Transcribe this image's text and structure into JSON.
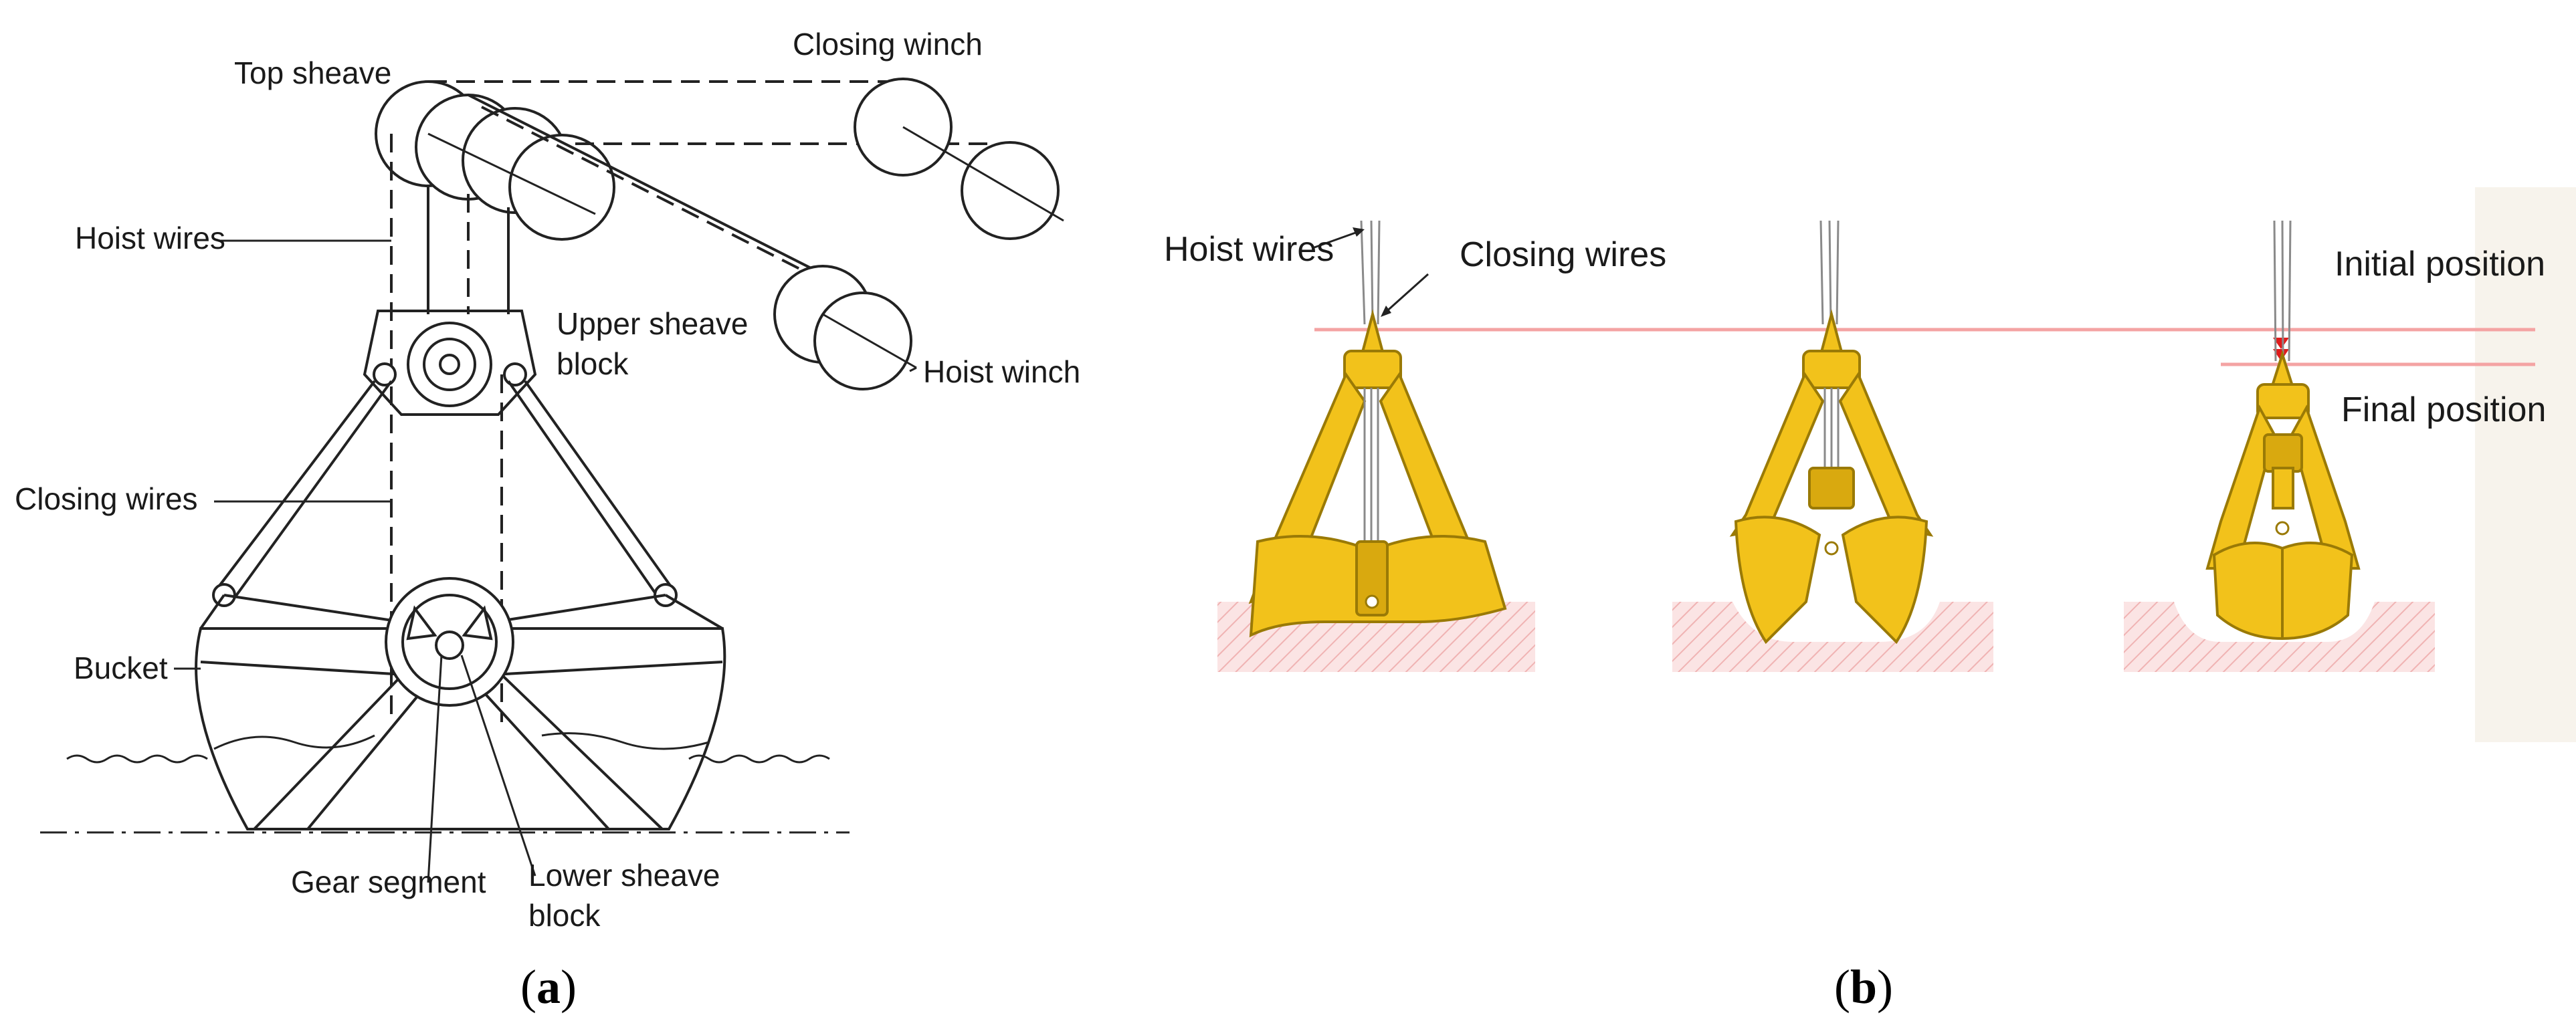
{
  "panel_a": {
    "labels": {
      "top_sheave": "Top sheave",
      "closing_winch": "Closing winch",
      "hoist_wires": "Hoist wires",
      "upper_sheave_block_1": "Upper sheave",
      "upper_sheave_block_2": "block",
      "hoist_winch": "Hoist winch",
      "closing_wires": "Closing wires",
      "bucket": "Bucket",
      "gear_segment": "Gear segment",
      "lower_sheave_block_1": "Lower sheave",
      "lower_sheave_block_2": "block"
    },
    "caption_open": "(",
    "caption_letter": "a",
    "caption_close": ")"
  },
  "panel_b": {
    "labels": {
      "hoist_wires": "Hoist wires",
      "closing_wires": "Closing wires",
      "initial_position": "Initial position",
      "final_position": "Final position"
    },
    "caption_open": "(",
    "caption_letter": "b",
    "caption_close": ")"
  },
  "colors": {
    "grab_yellow": "#f2c21b",
    "reference_line": "#f4a3a3",
    "arrow_red": "#e01b1b",
    "ground_hatch": "#f0b3b3"
  }
}
